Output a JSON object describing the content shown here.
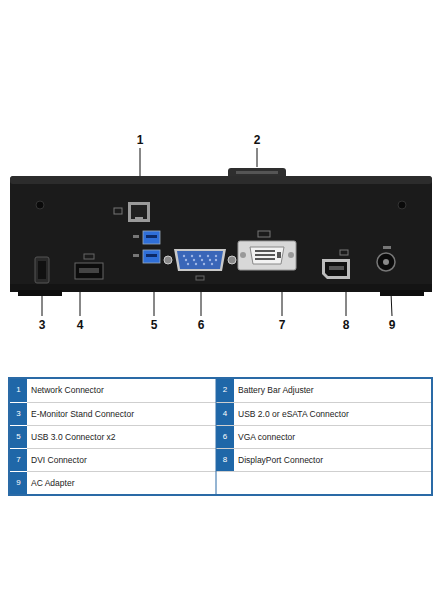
{
  "diagram": {
    "labels": [
      "1",
      "2",
      "3",
      "4",
      "5",
      "6",
      "7",
      "8",
      "9",
      "1",
      "Network Connector",
      "2",
      "Battery Bar Adjuster",
      "3",
      "E-Monitor Stand Connector",
      "4",
      "USB 2.0 or eSATA Connector",
      "5",
      "USB 3.0 Connector x2",
      "6",
      "VGA connector",
      "7",
      "DVI Connector",
      "8",
      "DisplayPort Connector",
      "9",
      "AC Adapter"
    ]
  }
}
